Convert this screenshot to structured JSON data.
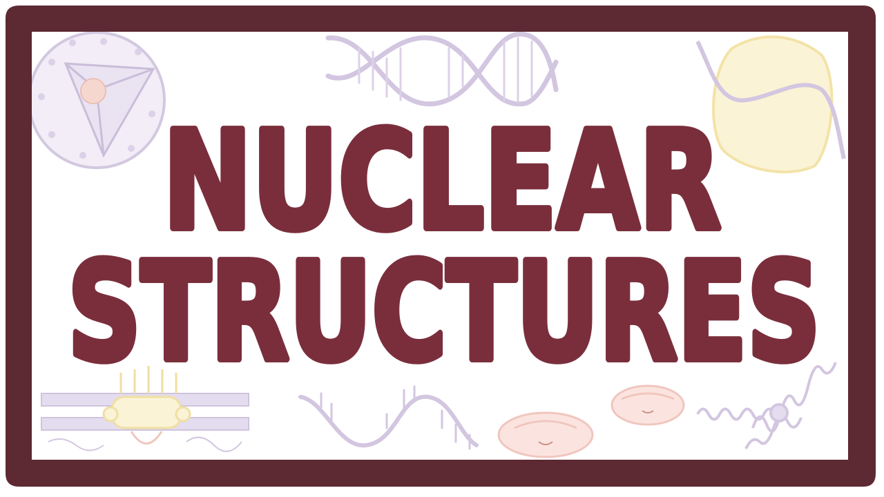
{
  "title": {
    "line1": "NUCLEAR",
    "line2": "STRUCTURES"
  },
  "colors": {
    "frame": "#5d2932",
    "title_text": "#7a2e3b",
    "illustration_lavender": "#cfc3dd",
    "illustration_yellow": "#f6e9b8",
    "illustration_pink": "#f6d3cc"
  },
  "illustrations": [
    "nucleus-cell",
    "dna-helix",
    "nuclear-envelope-blob",
    "nuclear-pore",
    "rna-strand",
    "nucleolus-pink",
    "chromatin-coil"
  ]
}
